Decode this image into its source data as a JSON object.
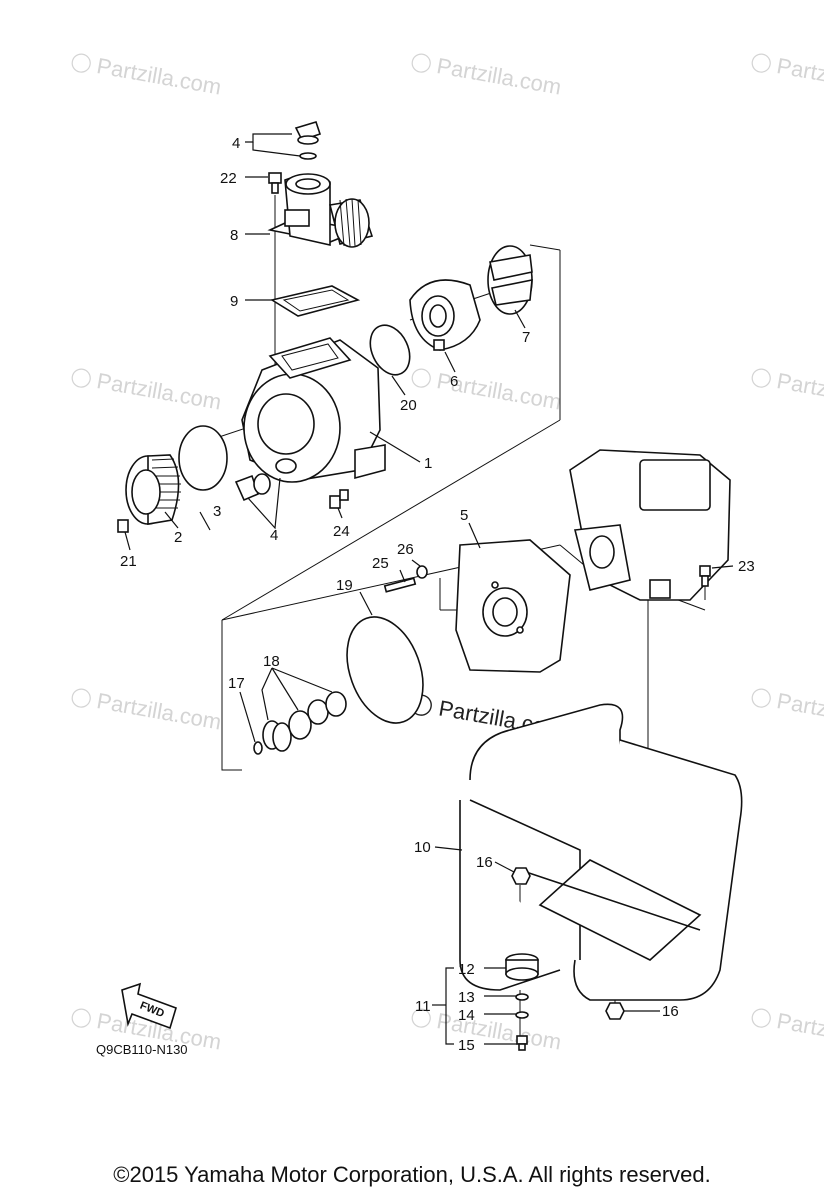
{
  "watermark": "Partzilla.com",
  "watermark_symbol": "©",
  "diagram_code": "Q9CB110-N130",
  "fwd_label": "FWD",
  "footer": "©2015  Yamaha Motor Corporation, U.S.A. All rights reserved.",
  "callouts": {
    "c1": "1",
    "c2": "2",
    "c3": "3",
    "c4a": "4",
    "c4b": "4",
    "c5": "5",
    "c6": "6",
    "c7": "7",
    "c8": "8",
    "c9": "9",
    "c10": "10",
    "c11": "11",
    "c12": "12",
    "c13": "13",
    "c14": "14",
    "c15": "15",
    "c16a": "16",
    "c16b": "16",
    "c17": "17",
    "c18": "18",
    "c19": "19",
    "c20": "20",
    "c21": "21",
    "c22": "22",
    "c23": "23",
    "c24": "24",
    "c25": "25",
    "c26": "26"
  }
}
